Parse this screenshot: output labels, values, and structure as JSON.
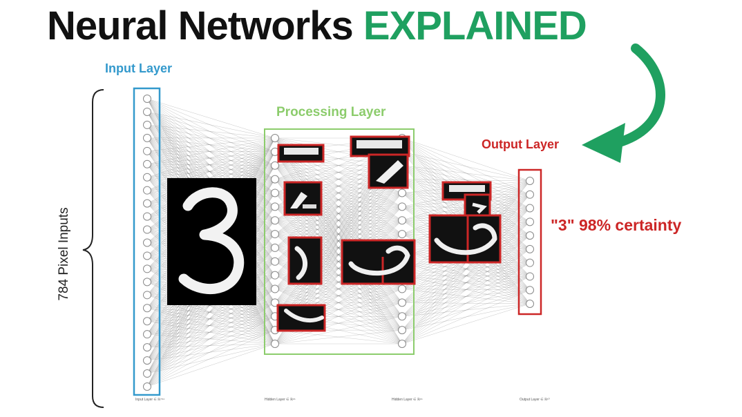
{
  "title": {
    "part1": "Neural Networks",
    "part2": "EXPLAINED"
  },
  "labels": {
    "input_layer": "Input Layer",
    "processing_layer": "Processing Layer",
    "output_layer": "Output Layer",
    "pixel_inputs": "784 Pixel Inputs",
    "certainty": "\"3\" 98% certainty"
  },
  "footer": {
    "input": "Input Layer ∈ ℝ⁷⁸⁴",
    "hidden1": "Hidden Layer ∈ ℝ¹⁶",
    "hidden2": "Hidden Layer ∈ ℝ¹⁶",
    "output": "Output Layer ∈ ℝ¹⁰"
  },
  "network": {
    "input_nodes": 23,
    "hidden1_nodes": 16,
    "hidden2_nodes": 16,
    "output_nodes": 10
  },
  "colors": {
    "green": "#1fa060",
    "blue": "#3399cc",
    "light_green": "#8ccc6c",
    "red": "#cc2626"
  }
}
